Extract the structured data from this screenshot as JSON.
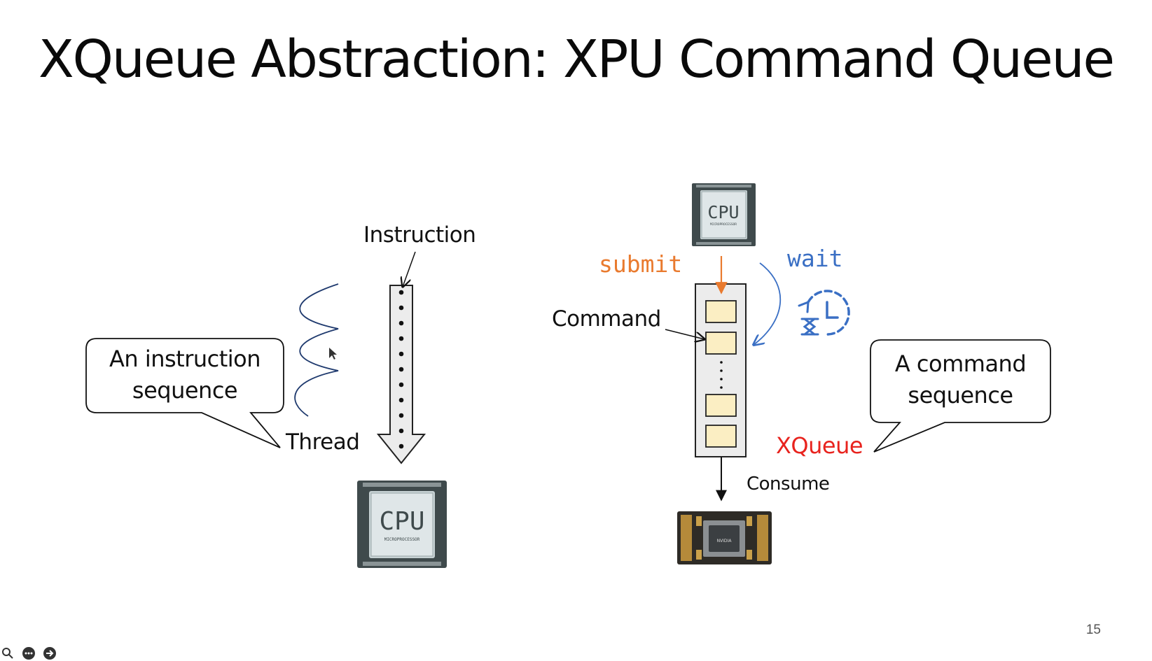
{
  "slide": {
    "title": "XQueue Abstraction: XPU Command Queue",
    "page_number": "15"
  },
  "left_diagram": {
    "instruction_label": "Instruction",
    "thread_label": "Thread",
    "bubble_line1": "An instruction",
    "bubble_line2": "sequence",
    "cpu_chip_text": "CPU",
    "cpu_chip_subtext": "MICROPROCESSOR"
  },
  "right_diagram": {
    "submit_label": "submit",
    "wait_label": "wait",
    "command_label": "Command",
    "xqueue_label": "XQueue",
    "consume_label": "Consume",
    "bubble_line1": "A command",
    "bubble_line2": "sequence",
    "cpu_chip_text": "CPU",
    "cpu_chip_subtext": "MICROPROCESSOR",
    "gpu_chip_text": "NVIDIA"
  },
  "colors": {
    "submit": "#e97a2e",
    "wait": "#3a6fc4",
    "xqueue": "#e8231e",
    "command_box": "#fbeec3",
    "queue_bg": "#ececec",
    "chip_dark": "#3f4a4c"
  },
  "toolbar": {
    "icons": [
      "zoom-icon",
      "more-icon",
      "next-icon"
    ]
  }
}
